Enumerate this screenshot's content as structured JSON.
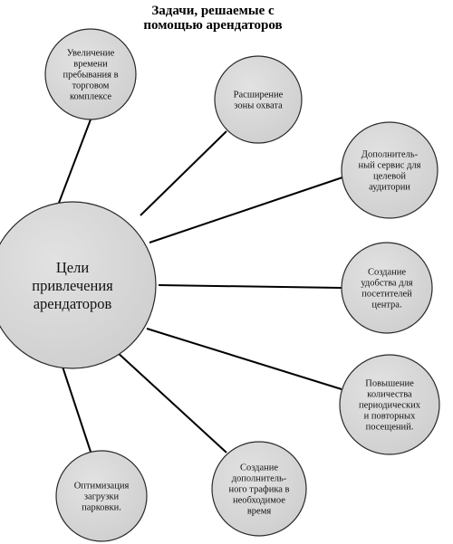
{
  "title": "Задачи, решаемые с помощью арендаторов",
  "center": {
    "lines": [
      "Цели",
      "привлечения",
      "арендаторов"
    ]
  },
  "nodes": [
    {
      "id": "increase-time",
      "lines": [
        "Увеличение",
        "времени",
        "пребывания в",
        "торговом",
        "комплексе"
      ]
    },
    {
      "id": "expand-coverage",
      "lines": [
        "Расширение",
        "зоны охвата"
      ]
    },
    {
      "id": "extra-service",
      "lines": [
        "Дополнитель-",
        "ный сервис для",
        "целевой",
        "аудитории"
      ]
    },
    {
      "id": "convenience",
      "lines": [
        "Создание",
        "удобства для",
        "посетителей",
        "центра."
      ]
    },
    {
      "id": "repeat-visits",
      "lines": [
        "Повышение",
        "количества",
        "периодических",
        "и повторных",
        "посещений."
      ]
    },
    {
      "id": "extra-traffic",
      "lines": [
        "Создание",
        "дополнитель-",
        "ного трафика в",
        "необходимое",
        "время"
      ]
    },
    {
      "id": "parking",
      "lines": [
        "Оптимизация",
        "загрузки",
        "парковки."
      ]
    }
  ],
  "colors": {
    "fill": "#d9d9d9",
    "stroke": "#2a2a2a",
    "line": "#000000"
  }
}
